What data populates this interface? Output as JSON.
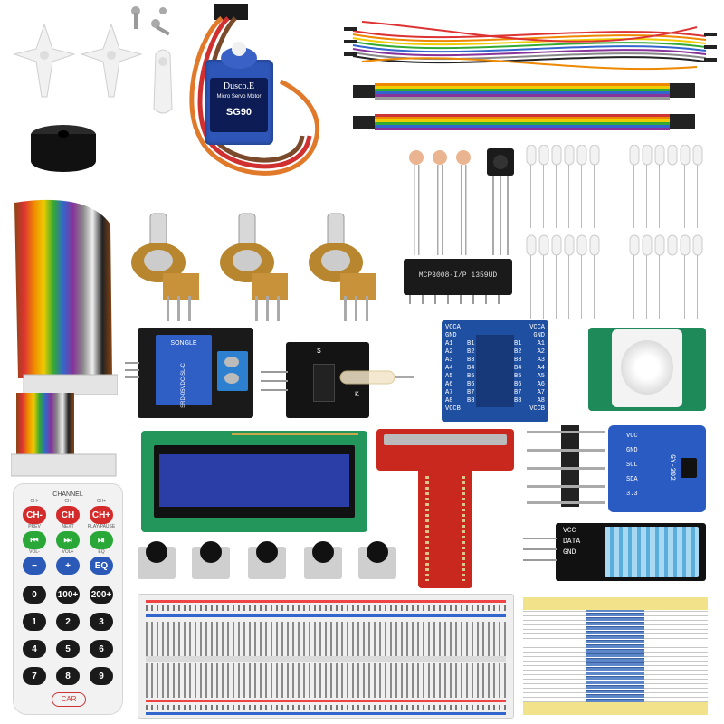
{
  "servo": {
    "brand": "Dusco.E",
    "subtitle": "Micro Servo Motor",
    "model": "SG90"
  },
  "ic_chip": {
    "text": "MCP3008-I/P 1359UD"
  },
  "relay": {
    "brand": "SONGLE",
    "label": "SRD-05VDC-SL-C"
  },
  "ir_module": {
    "pin_label": "S",
    "pin_k": "K"
  },
  "level_shifter": {
    "left_pins": [
      "VCCA",
      "GND",
      "A1",
      "A2",
      "A3",
      "A4",
      "A5",
      "A6",
      "A7",
      "A8",
      "VCCB"
    ],
    "right_pins": [
      "VCCA",
      "GND",
      "A1",
      "A2",
      "A3",
      "A4",
      "A5",
      "A6",
      "A7",
      "A8",
      "VCCB"
    ],
    "mid_left": [
      "B1",
      "B2",
      "B3",
      "B4",
      "B5",
      "B6",
      "B7",
      "B8"
    ],
    "mid_right": [
      "B1",
      "B2",
      "B3",
      "B4",
      "B5",
      "B6",
      "B7",
      "B8"
    ]
  },
  "accel_module": {
    "pins": [
      "VCC",
      "GND",
      "SCL",
      "SDA",
      "3.3"
    ],
    "label": "GY-302"
  },
  "dht_module": {
    "pins": [
      "VCC",
      "DATA",
      "GND"
    ]
  },
  "remote": {
    "header": "CHANNEL",
    "rows": [
      [
        "CH-",
        "CH",
        "CH+"
      ],
      [
        "⏮",
        "⏭",
        "⏯"
      ],
      [
        "−",
        "+",
        "EQ"
      ],
      [
        "0",
        "100+",
        "200+"
      ],
      [
        "1",
        "2",
        "3"
      ],
      [
        "4",
        "5",
        "6"
      ],
      [
        "7",
        "8",
        "9"
      ]
    ],
    "row_caps": [
      [
        "CH-",
        "CH",
        "CH+"
      ],
      [
        "PREV",
        "NEXT",
        "PLAY/PAUSE"
      ],
      [
        "VOL-",
        "VOL+",
        "EQ"
      ]
    ],
    "logo": "CAR"
  },
  "colors": {
    "pcb_blue": "#1f4fa0",
    "pcb_red": "#c8281e",
    "pcb_green": "#1e8a5a",
    "pcb_black": "#111111",
    "servo_blue": "#2e56b8",
    "lcd_blue": "#2b3ea8"
  }
}
